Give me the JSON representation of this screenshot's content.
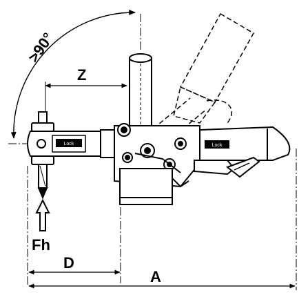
{
  "labels": {
    "angle": ">90°",
    "z": "Z",
    "fh": "Fh",
    "d": "D",
    "a": "A"
  },
  "brand_mark": "Lock"
}
